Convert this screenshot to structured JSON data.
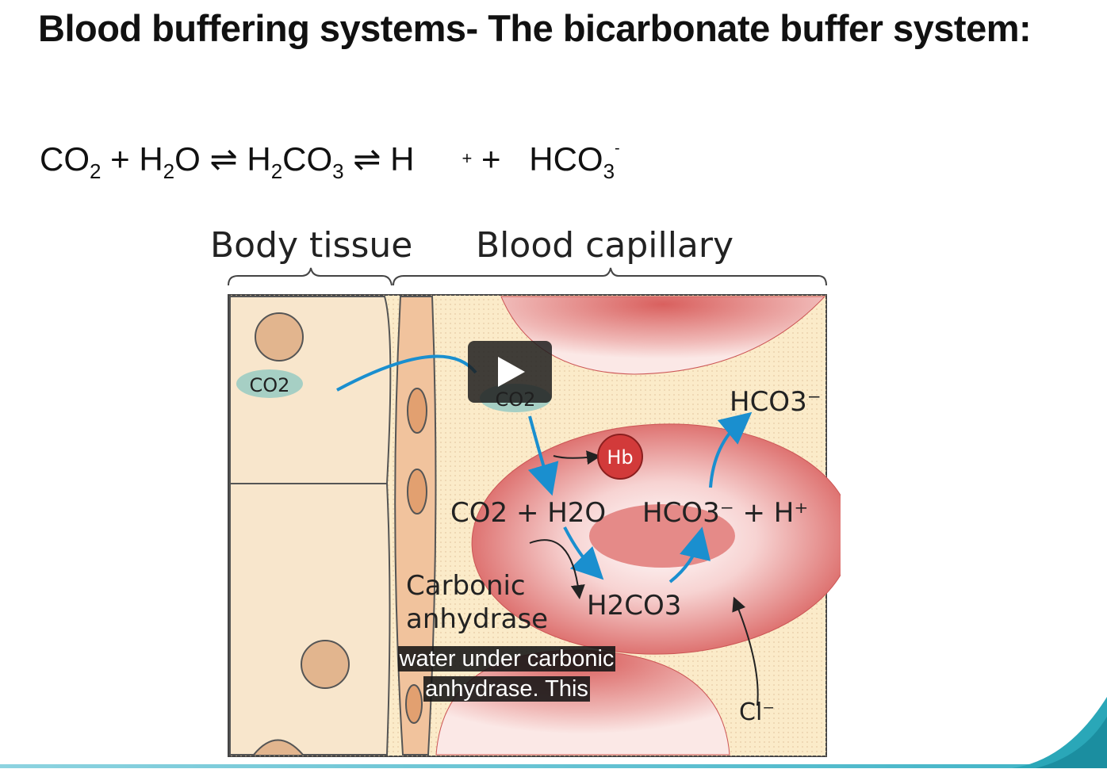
{
  "slide": {
    "title": "Blood buffering systems- The bicarbonate buffer system:"
  },
  "equation": {
    "co": "CO",
    "two": "2",
    "plus1": " + H",
    "h2o_sub": "2",
    "o": "O",
    "arrow1": " ⇌ ",
    "h2": "H",
    "h2co3_sub1": "2",
    "co3": "CO",
    "h2co3_sub2": "3",
    "arrow2": " ⇌ ",
    "h": "H",
    "plus_small": "+",
    "plus2": " + ",
    "hco": "HCO",
    "hco3_sub": "3",
    "hco3_sup": "-"
  },
  "diagram": {
    "body_tissue_label": "Body tissue",
    "blood_capillary_label": "Blood capillary",
    "co2_tissue": "CO2",
    "co2_capillary": "CO2",
    "hb": "Hb",
    "reaction_left": "CO2 + H2O",
    "reaction_right": "HCO3⁻ + H⁺",
    "h2co3": "H2CO3",
    "hco3_out": "HCO3⁻",
    "carbonic_line1": "Carbonic",
    "carbonic_line2": "anhydrase",
    "chloride": "Cl⁻"
  },
  "video": {
    "caption_line1": "water under carbonic",
    "caption_line2": "anhydrase. This"
  },
  "colors": {
    "tissue_fill": "#f6e0c2",
    "cell_fill": "#f8e6cc",
    "rbc_fill": "#e58a88",
    "hb_fill": "#d23a3a",
    "arrow_blue": "#1a8fcf"
  }
}
